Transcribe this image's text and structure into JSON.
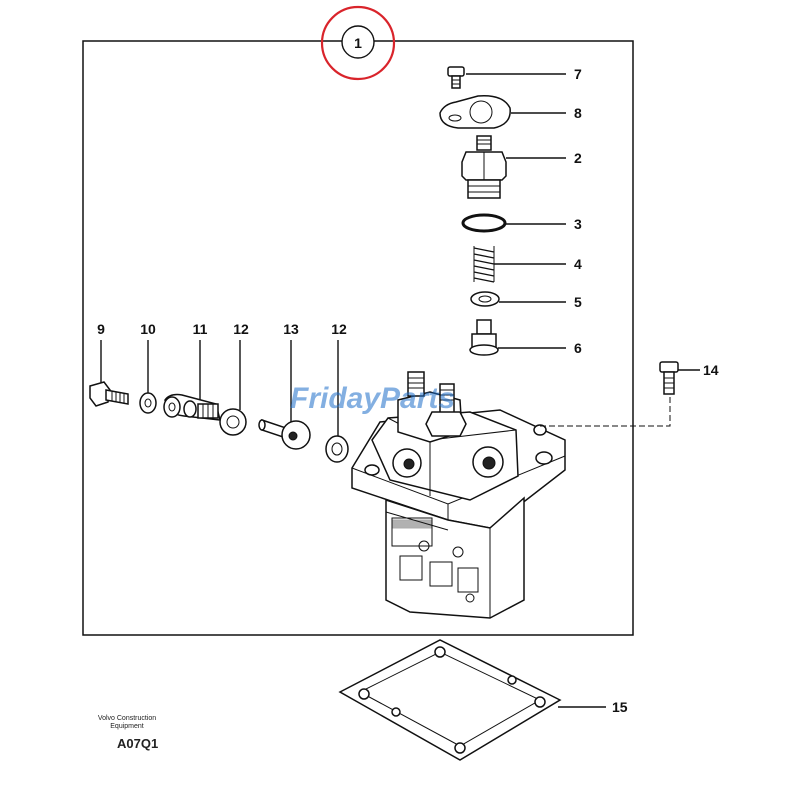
{
  "assembly": {
    "callout": "1",
    "highlight_color": "#d9242b"
  },
  "parts": [
    {
      "number": "7"
    },
    {
      "number": "8"
    },
    {
      "number": "2"
    },
    {
      "number": "3"
    },
    {
      "number": "4"
    },
    {
      "number": "5"
    },
    {
      "number": "6"
    },
    {
      "number": "9"
    },
    {
      "number": "10"
    },
    {
      "number": "11"
    },
    {
      "number": "12"
    },
    {
      "number": "13"
    },
    {
      "number": "12"
    },
    {
      "number": "14"
    },
    {
      "number": "15"
    }
  ],
  "footer": {
    "maker": "Volvo Construction Equipment",
    "code": "A07Q1"
  },
  "watermark": {
    "text": "FridayParts",
    "color": "#1f6fc9"
  }
}
